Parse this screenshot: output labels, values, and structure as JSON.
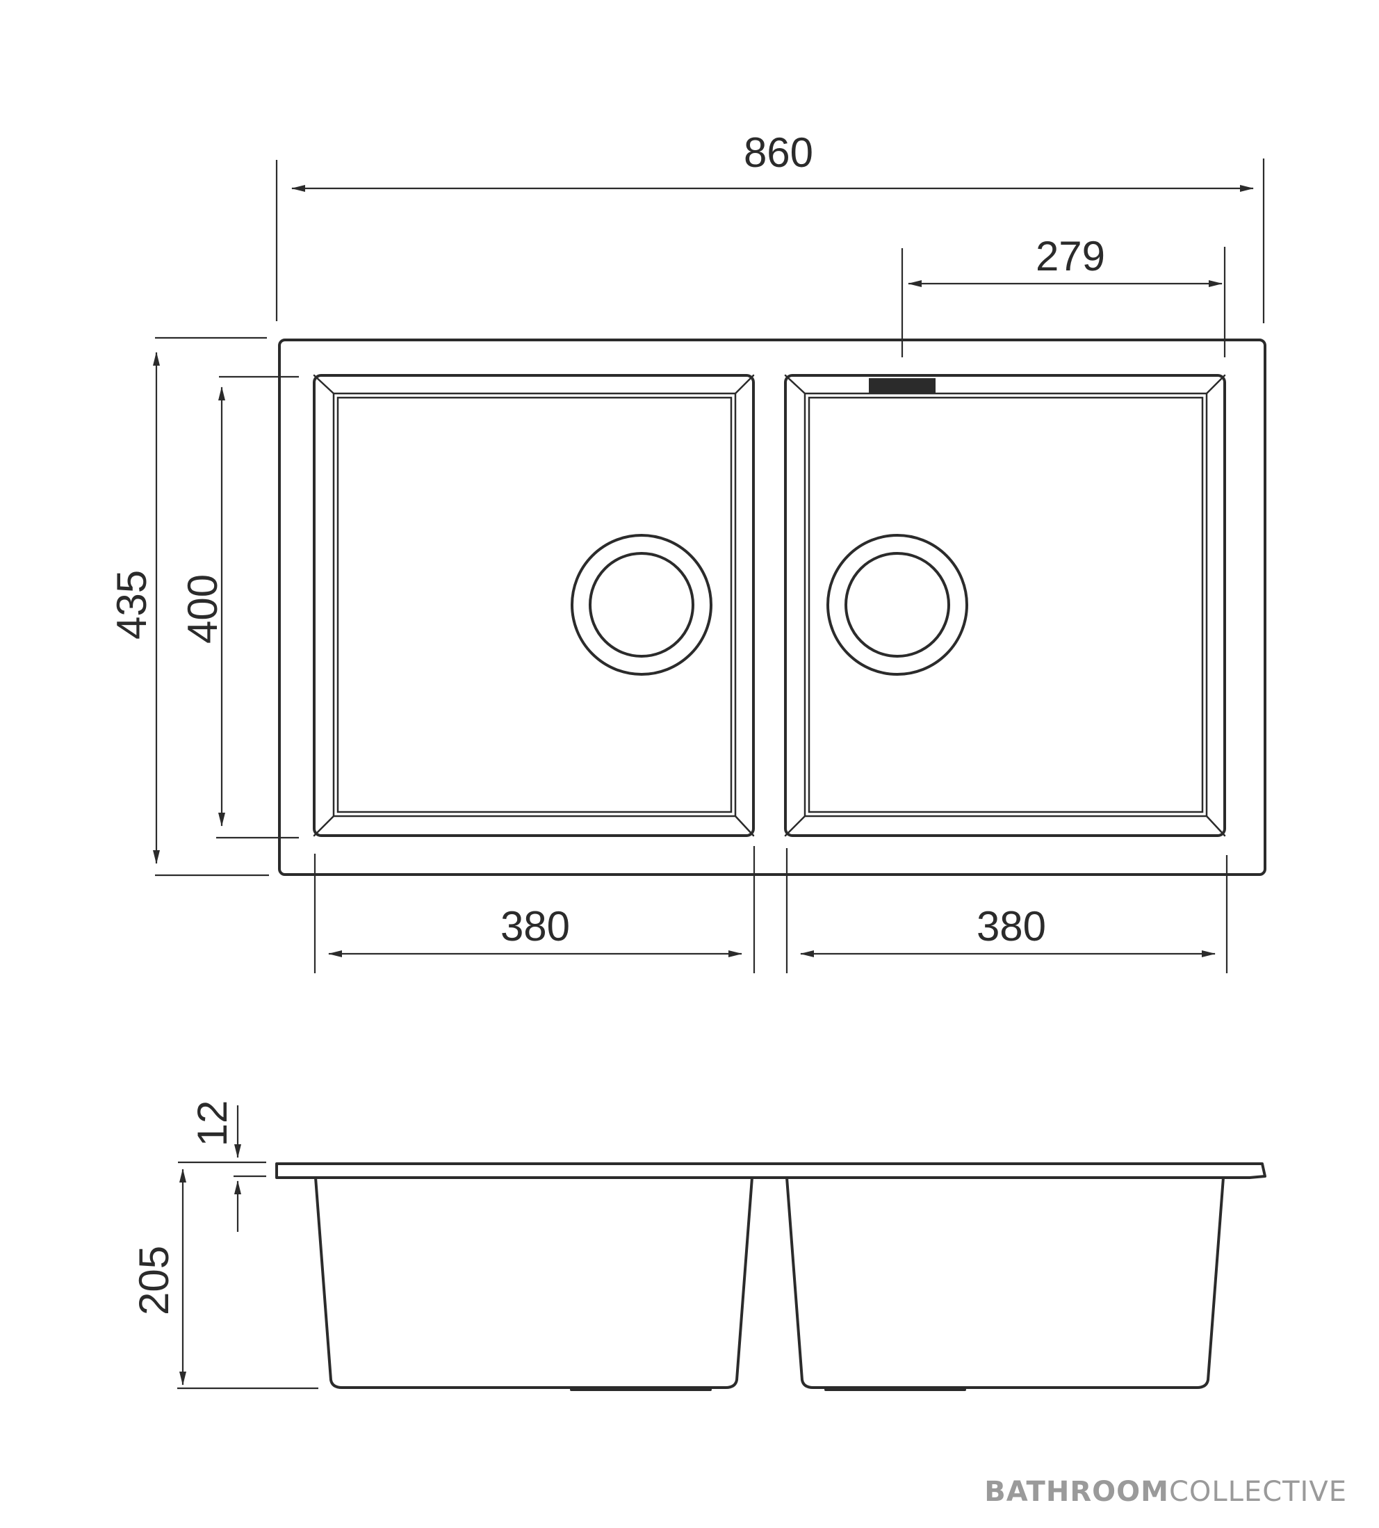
{
  "dimensions": {
    "overall_width": "860",
    "tap_offset": "279",
    "overall_depth": "435",
    "bowl_depth": "400",
    "left_bowl_width": "380",
    "right_bowl_width": "380",
    "rim_thickness": "12",
    "bowl_height": "205"
  },
  "brand": {
    "name_bold": "BATHROOM",
    "name_light": "COLLECTIVE"
  },
  "colors": {
    "line": "#2b2b2b",
    "brand": "#9a9a9a"
  }
}
